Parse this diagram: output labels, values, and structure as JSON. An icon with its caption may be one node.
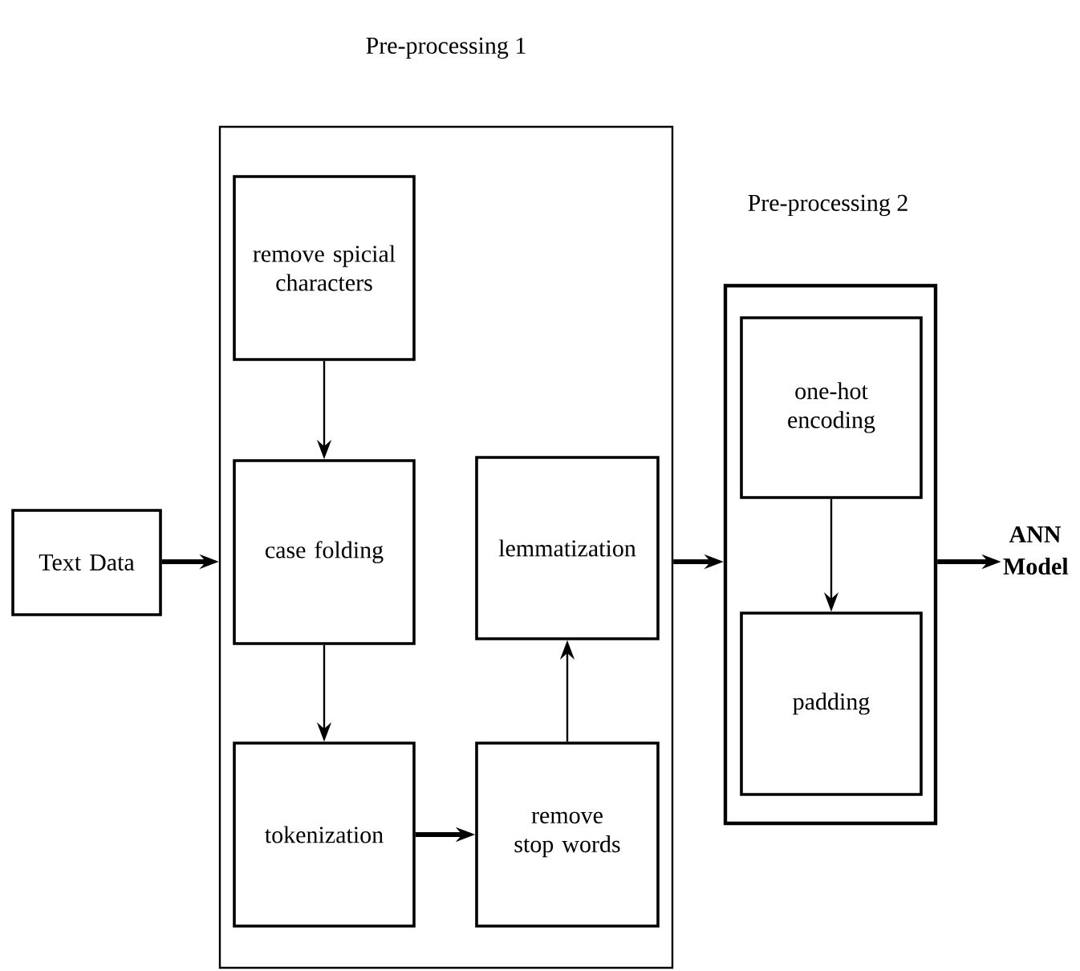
{
  "diagram": {
    "nodes": [
      {
        "text": [
          "Text Data"
        ]
      },
      {
        "text": [
          "Pre-processing 1"
        ]
      },
      {
        "text": [
          "remove spicial characters"
        ],
        "in": 1
      },
      {
        "text": [
          "case folding"
        ],
        "in": 1
      },
      {
        "text": [
          "lemmatization"
        ],
        "in": 1
      },
      {
        "text": [
          "tokenization"
        ],
        "in": 1
      },
      {
        "text": [
          "remove stop words"
        ],
        "in": 1
      },
      {
        "text": [
          "Pre-processing 2"
        ]
      },
      {
        "text": [
          "one-hot encoding"
        ],
        "in": 7
      },
      {
        "text": [
          "padding"
        ],
        "in": 7
      },
      {
        "text": [
          "ANN Model"
        ]
      }
    ],
    "edges": [
      {
        "from": 0,
        "to": 1,
        "arrow": "to",
        "style": "thick"
      },
      {
        "from": 2,
        "to": 3,
        "arrow": "to"
      },
      {
        "from": 3,
        "to": 5,
        "arrow": "to"
      },
      {
        "from": 5,
        "to": 6,
        "arrow": "to",
        "style": "thick"
      },
      {
        "from": 6,
        "to": 4,
        "arrow": "to"
      },
      {
        "from": 1,
        "to": 7,
        "arrow": "to",
        "style": "thick"
      },
      {
        "from": 8,
        "to": 9,
        "arrow": "to"
      },
      {
        "from": 7,
        "to": 10,
        "arrow": "to",
        "style": "thick"
      }
    ]
  }
}
